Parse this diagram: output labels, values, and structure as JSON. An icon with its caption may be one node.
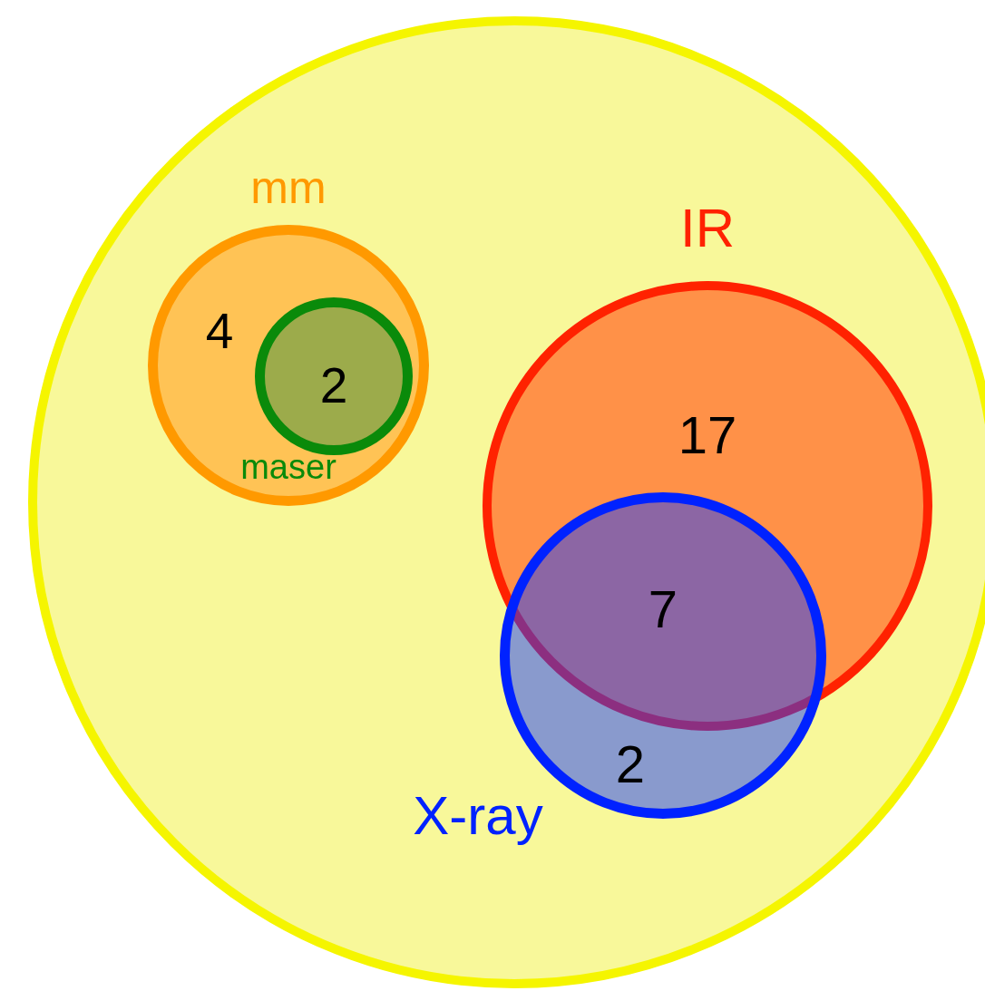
{
  "diagram": {
    "nodes": [
      {
        "text": [],
        "shape": "circle"
      },
      {
        "text": [
          "mm",
          "4"
        ],
        "in": 0
      },
      {
        "text": [
          "2",
          "maser"
        ],
        "in": 1
      },
      {
        "text": [
          "IR",
          "17"
        ],
        "in": 0
      },
      {
        "text": [
          "X-ray",
          "2"
        ],
        "in": 0
      }
    ],
    "labels": [
      "7"
    ]
  }
}
